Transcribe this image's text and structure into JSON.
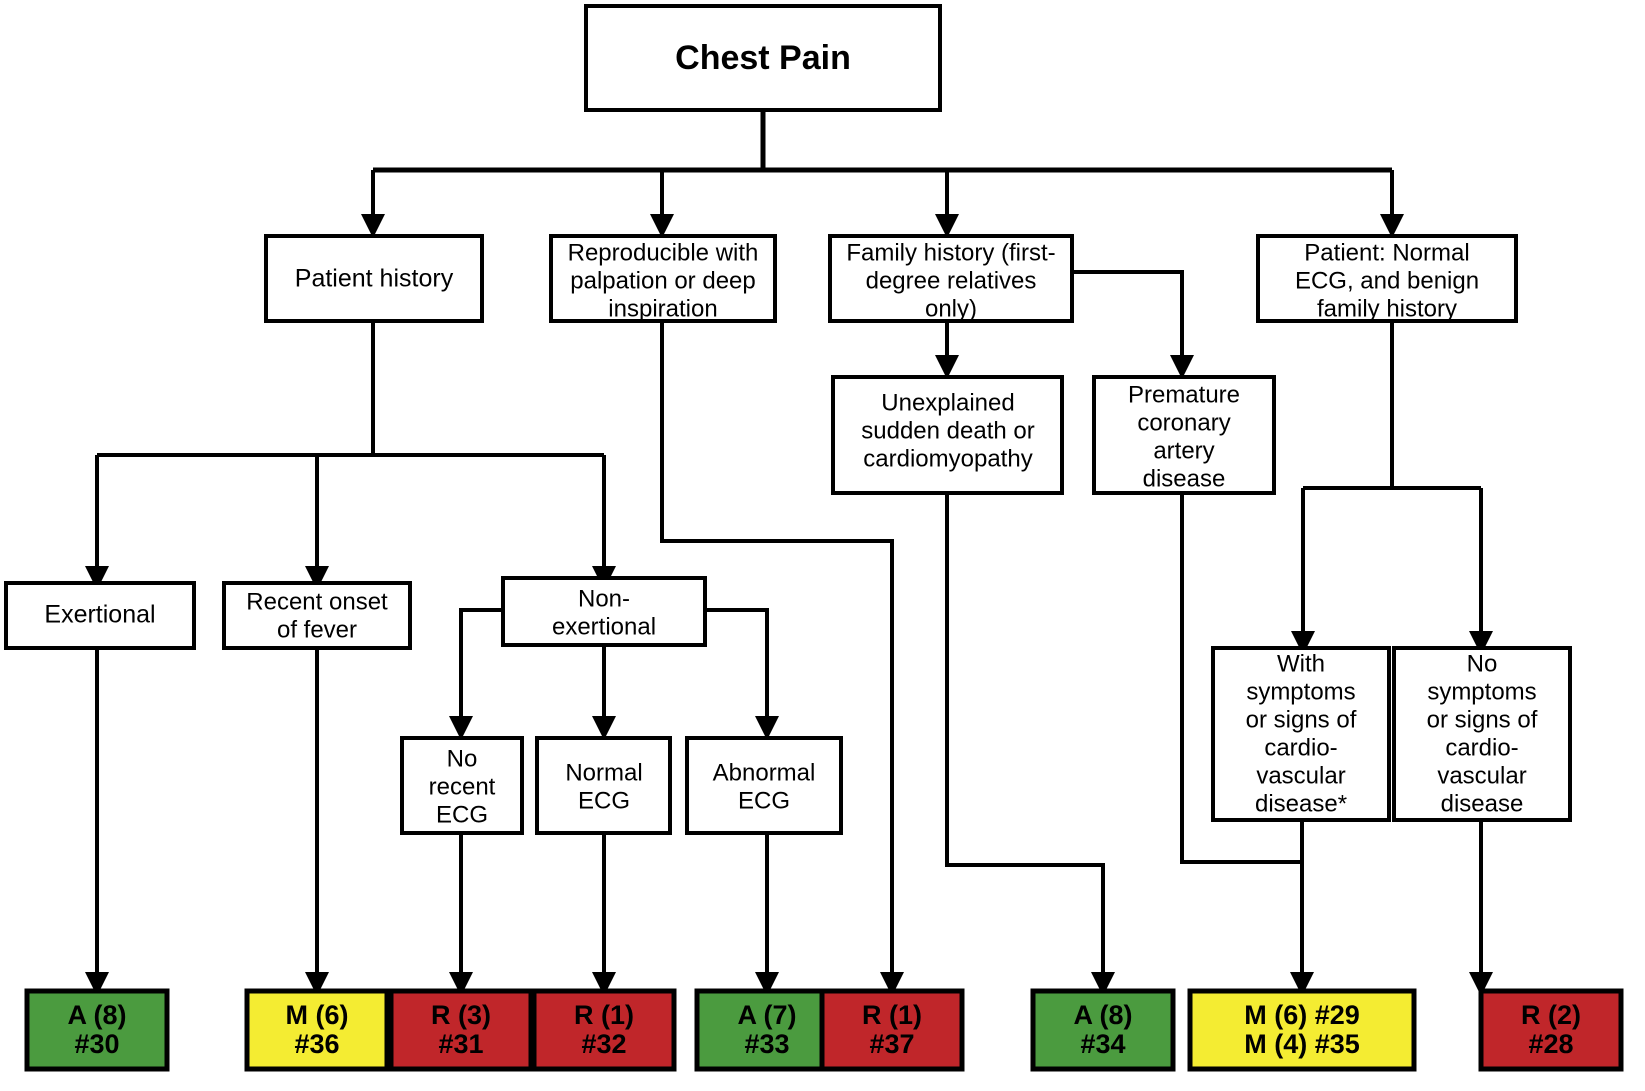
{
  "diagram": {
    "title_node": "Chest Pain",
    "footnote_marker": "*",
    "colors": {
      "green": "#4b9b3f",
      "yellow": "#f4ec32",
      "red": "#c0262a",
      "box_fill": "#ffffff",
      "stroke": "#000000"
    },
    "nodes": {
      "root": {
        "label": "Chest Pain"
      },
      "patient_history": {
        "lines": [
          "Patient history"
        ]
      },
      "reproducible": {
        "lines": [
          "Reproducible with",
          "palpation or deep",
          "inspiration"
        ]
      },
      "family_history": {
        "lines": [
          "Family history (first-",
          "degree relatives",
          "only)"
        ]
      },
      "patient_normal_ecg": {
        "lines": [
          "Patient: Normal",
          "ECG, and benign",
          "family history"
        ]
      },
      "unexplained_death": {
        "lines": [
          "Unexplained",
          "sudden death or",
          "cardiomyopathy"
        ]
      },
      "premature_cad": {
        "lines": [
          "Premature",
          "coronary",
          "artery",
          "disease"
        ]
      },
      "exertional": {
        "lines": [
          "Exertional"
        ]
      },
      "recent_fever": {
        "lines": [
          "Recent onset",
          "of fever"
        ]
      },
      "non_exertional": {
        "lines": [
          "Non-",
          "exertional"
        ]
      },
      "no_recent_ecg": {
        "lines": [
          "No",
          "recent",
          "ECG"
        ]
      },
      "normal_ecg": {
        "lines": [
          "Normal",
          "ECG"
        ]
      },
      "abnormal_ecg": {
        "lines": [
          "Abnormal",
          "ECG"
        ]
      },
      "with_symptoms": {
        "lines": [
          "With",
          "symptoms",
          "or signs of",
          "cardio-",
          "vascular",
          "disease*"
        ]
      },
      "no_symptoms": {
        "lines": [
          "No",
          "symptoms",
          "or signs of",
          "cardio-",
          "vascular",
          "disease"
        ]
      }
    },
    "results": [
      {
        "id": "result-a8-30",
        "color": "green",
        "lines": [
          "A  (8)",
          "#30"
        ]
      },
      {
        "id": "result-m6-36",
        "color": "yellow",
        "lines": [
          "M (6)",
          "#36"
        ]
      },
      {
        "id": "result-r3-31",
        "color": "red",
        "lines": [
          "R (3)",
          "#31"
        ]
      },
      {
        "id": "result-r1-32",
        "color": "red",
        "lines": [
          "R (1)",
          "#32"
        ]
      },
      {
        "id": "result-a7-33",
        "color": "green",
        "lines": [
          "A (7)",
          "#33"
        ]
      },
      {
        "id": "result-r1-37",
        "color": "red",
        "lines": [
          "R (1)",
          "#37"
        ]
      },
      {
        "id": "result-a8-34",
        "color": "green",
        "lines": [
          "A (8)",
          "#34"
        ]
      },
      {
        "id": "result-m6-29",
        "color": "yellow",
        "lines": [
          "M (6) #29",
          "M (4) #35"
        ]
      },
      {
        "id": "result-r2-28",
        "color": "red",
        "lines": [
          "R (2)",
          "#28"
        ]
      }
    ]
  }
}
